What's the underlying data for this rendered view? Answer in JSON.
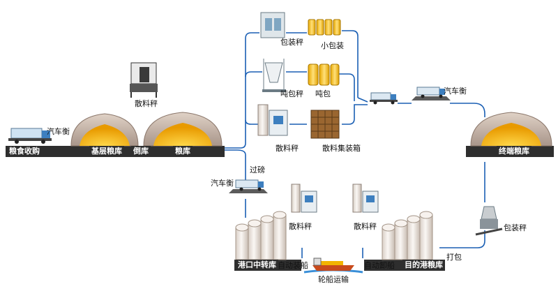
{
  "labels": {
    "grain_purchase": "粮食收购",
    "truck_scale_1": "汽车衡",
    "base_granary": "基层粮库",
    "transfer": "倒库",
    "granary": "粮库",
    "bulk_scale_top": "散料秤",
    "bag_scale_top": "包装秤",
    "small_bag": "小包装",
    "ton_scale": "吨包秤",
    "ton_bag": "吨包",
    "bulk_scale_mid": "散料秤",
    "bulk_container": "散料集装箱",
    "truck_scale_right": "汽车衡",
    "terminal_granary": "终端粮库",
    "weighing": "过磅",
    "truck_scale_2": "汽车衡",
    "bulk_scale_port1": "散料秤",
    "bulk_scale_port2": "散料秤",
    "port_transfer": "港口中转库",
    "auto_loading": "自动装船",
    "ship_transport": "轮船运输",
    "auto_unloading": "自动卸船",
    "dest_port": "目的港粮库",
    "packing": "打包",
    "bag_scale_right": "包装秤"
  },
  "colors": {
    "line": "#1a5fb4",
    "grain": "#f5b800",
    "dome": "#c9b6a8",
    "ground_bar": "#2e2e2e",
    "silo": "#f1ebe6",
    "water": "#3a8fd8"
  }
}
